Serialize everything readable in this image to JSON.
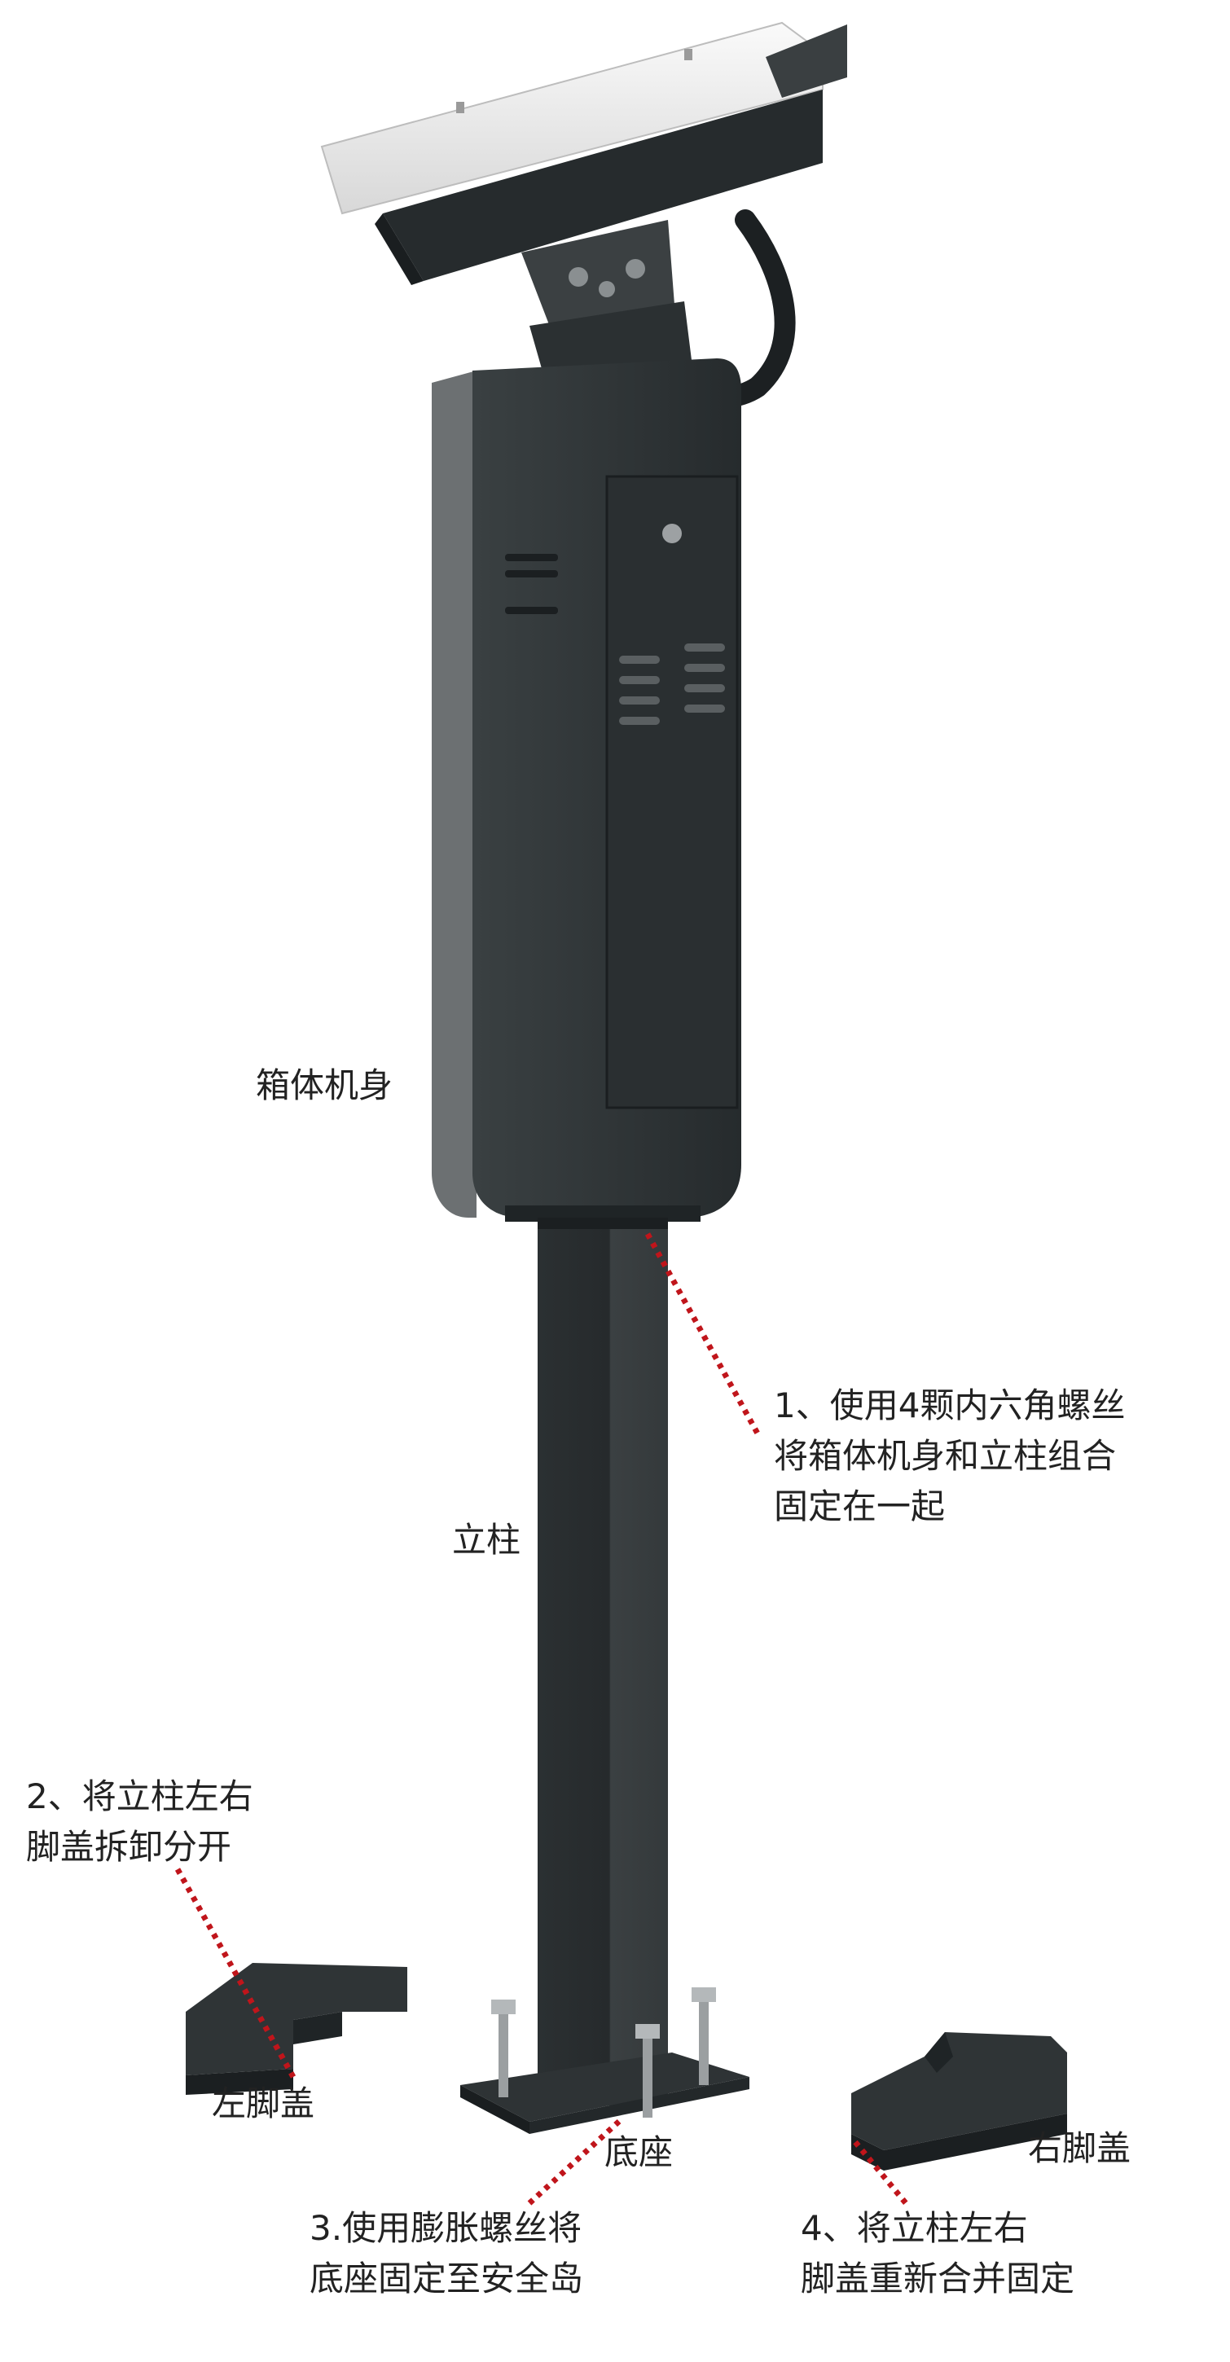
{
  "labels": {
    "box_body": "箱体机身",
    "pole": "立柱",
    "left_foot_cover": "左脚盖",
    "base": "底座",
    "right_foot_cover": "右脚盖"
  },
  "steps": {
    "step1": [
      "1、使用4颗内六角螺丝",
      "将箱体机身和立柱组合",
      "固定在一起"
    ],
    "step2": [
      "2、将立柱左右",
      "脚盖拆卸分开"
    ],
    "step3": [
      "3.使用膨胀螺丝将",
      "底座固定至安全岛"
    ],
    "step4": [
      "4、将立柱左右",
      "脚盖重新合并固定"
    ]
  },
  "colors": {
    "body": "#2e3436",
    "body_dark": "#1f2426",
    "body_side": "#6a6e70",
    "hood": "#f2f2f2",
    "leader": "#c0151b",
    "text": "#222222"
  }
}
